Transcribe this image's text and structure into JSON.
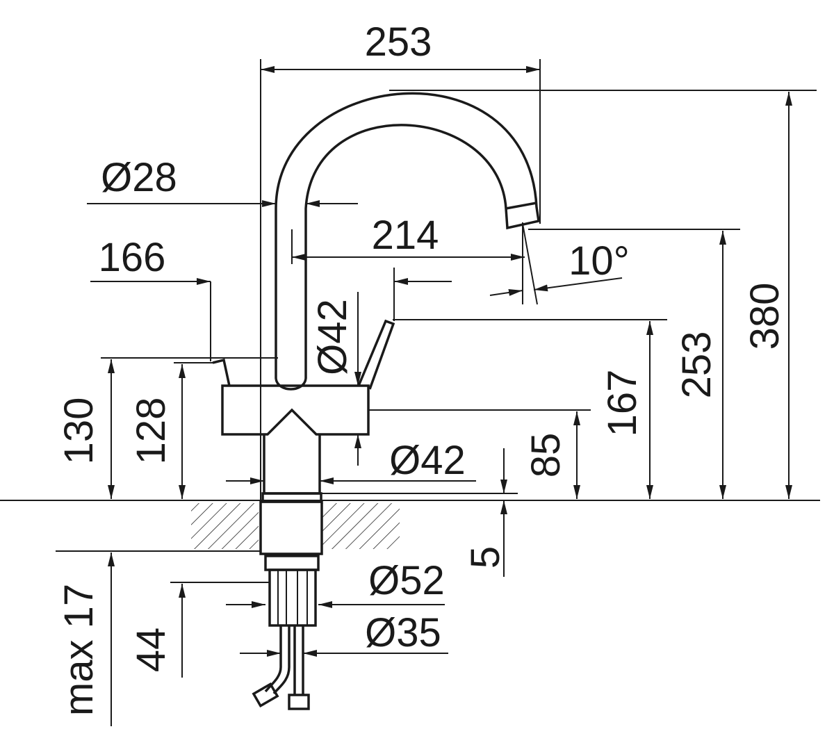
{
  "drawing": {
    "title": "Faucet dimension drawing",
    "dimensions": {
      "spout_reach_total": "253",
      "spout_diameter": "Ø28",
      "spout_reach": "214",
      "handle_span": "166",
      "spout_angle": "10°",
      "handle_diameter": "Ø42",
      "total_height": "380",
      "spout_outlet_height": "253",
      "handle_height": "167",
      "body_height": "85",
      "base_diameter": "Ø42",
      "height_130": "130",
      "height_128": "128",
      "gasket_thickness": "5",
      "nut_diameter": "Ø52",
      "thread_diameter": "Ø35",
      "max_countertop": "max 17",
      "shank_length": "44"
    },
    "colors": {
      "line": "#1a1a1a",
      "background": "#ffffff"
    }
  }
}
